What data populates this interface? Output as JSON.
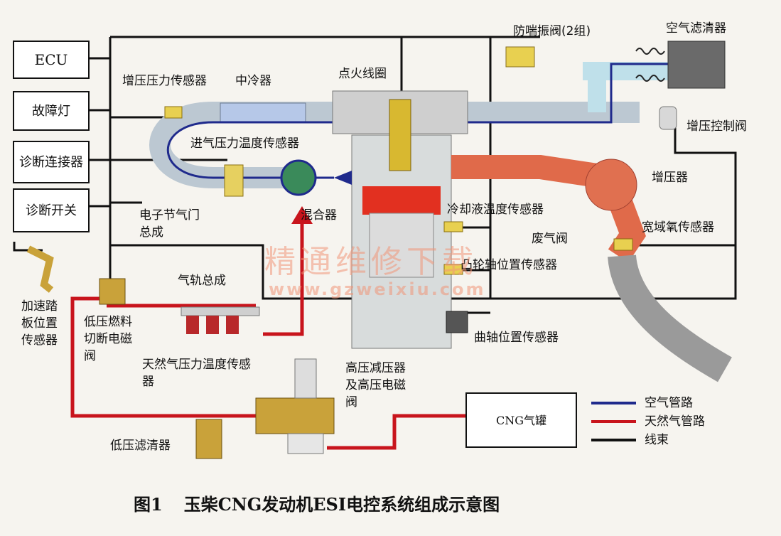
{
  "boxes": {
    "ecu": "ECU",
    "fault_lamp": "故障灯",
    "diag_connector": "诊断连接器",
    "diag_switch": "诊断开关",
    "cng_tank": "CNG气罐"
  },
  "labels": {
    "anti_surge_valve": "防喘振阀(2组)",
    "air_filter": "空气滤清器",
    "boost_pressure_sensor": "增压压力传感器",
    "intercooler": "中冷器",
    "ignition_coil": "点火线圈",
    "boost_control_valve": "增压控制阀",
    "intake_pt_sensor": "进气压力温度传感器",
    "turbocharger": "增压器",
    "throttle_l1": "电子节气门",
    "throttle_l2": "总成",
    "mixer": "混合器",
    "coolant_temp_sensor": "冷却液温度传感器",
    "wastegate": "废气阀",
    "wideband_o2": "宽域氧传感器",
    "cam_sensor": "凸轮轴位置传感器",
    "rail": "气轨总成",
    "pedal_l1": "加速踏",
    "pedal_l2": "板位置",
    "pedal_l3": "传感器",
    "lp_valve_l1": "低压燃料",
    "lp_valve_l2": "切断电磁",
    "lp_valve_l3": "阀",
    "crank_sensor": "曲轴位置传感器",
    "gas_pt_l1": "天然气压力温度传感",
    "gas_pt_l2": "器",
    "hp_reg_l1": "高压减压器",
    "hp_reg_l2": "及高压电磁",
    "hp_reg_l3": "阀",
    "lp_filter": "低压滤清器"
  },
  "legend": [
    {
      "label": "空气管路",
      "color": "#1f2a8c"
    },
    {
      "label": "天然气管路",
      "color": "#c8141c"
    },
    {
      "label": "线束",
      "color": "#111111"
    }
  ],
  "watermark": {
    "text1": "精通维修下载",
    "text2": "www.gzweixiu.com"
  },
  "caption": {
    "number": "图1",
    "title": "玉柴CNG发动机ESI电控系统组成示意图"
  },
  "colors": {
    "air_line": "#1f2a8c",
    "gas_line": "#c8141c",
    "wire": "#111111",
    "pipe": "#cfd8e0",
    "exhaust": "#e06a4a",
    "cylinder": "#d8dcdc"
  }
}
